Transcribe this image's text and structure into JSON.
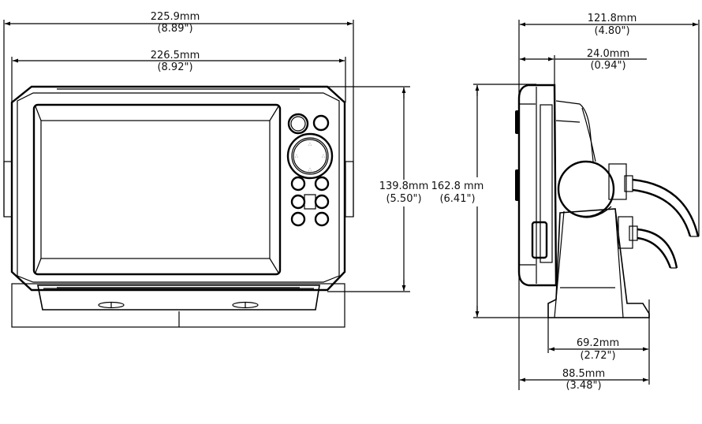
{
  "front_view": {
    "overall_width": {
      "mm": "225.9mm",
      "in": "(8.89\")"
    },
    "body_width": {
      "mm": "226.5mm",
      "in": "(8.92\")"
    },
    "body_height": {
      "mm": "139.8mm",
      "in": "(5.50\")"
    }
  },
  "side_view": {
    "overall_depth": {
      "mm": "121.8mm",
      "in": "(4.80\")"
    },
    "unit_depth": {
      "mm": "24.0mm",
      "in": "(0.94\")"
    },
    "overall_height": {
      "mm": "162.8 mm",
      "in": "(6.41\")"
    },
    "base_depth": {
      "mm": "69.2mm",
      "in": "(2.72\")"
    },
    "mount_depth": {
      "mm": "88.5mm",
      "in": "(3.48\")"
    }
  }
}
